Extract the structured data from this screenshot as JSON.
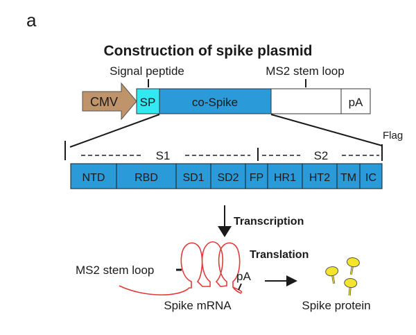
{
  "panel_label": "a",
  "title": "Construction of spike plasmid",
  "plasmid": {
    "signal_peptide_label": "Signal peptide",
    "ms2_label": "MS2 stem loop",
    "segments": [
      {
        "key": "cmv",
        "label": "CMV",
        "color": "#c0946a"
      },
      {
        "key": "sp",
        "label": "SP",
        "color": "#33e8f0"
      },
      {
        "key": "co-spike",
        "label": "co-Spike",
        "color": "#2a9ad8"
      },
      {
        "key": "ms2",
        "label": "",
        "color": "#ffffff"
      },
      {
        "key": "pa",
        "label": "pA",
        "color": "#ffffff"
      }
    ]
  },
  "domains": {
    "flag_label": "Flag",
    "s1_label": "S1",
    "s2_label": "S2",
    "color": "#2a9ad8",
    "items": [
      "NTD",
      "RBD",
      "SD1",
      "SD2",
      "FP",
      "HR1",
      "HT2",
      "TM",
      "IC"
    ]
  },
  "transcription_label": "Transcription",
  "translation_label": "Translation",
  "mrna": {
    "ms2_label": "MS2 stem loop",
    "pa_label": "pA",
    "name": "Spike mRNA",
    "color": "#e03a3a"
  },
  "protein": {
    "name": "Spike protein",
    "color": "#f5e52a"
  }
}
